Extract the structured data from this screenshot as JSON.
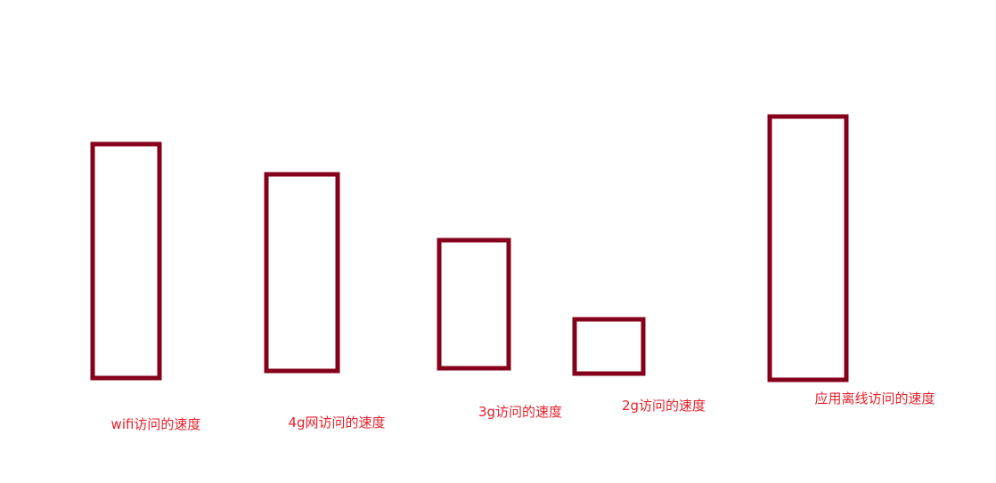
{
  "chart_data": {
    "type": "bar",
    "categories": [
      "wifi访问的速度",
      "4g网访问的速度",
      "3g访问的速度",
      "2g访问的速度",
      "应用离线访问的速度"
    ],
    "values": [
      263,
      221,
      144,
      61,
      296
    ],
    "title": "",
    "xlabel": "",
    "ylabel": "",
    "grid": false,
    "legend": "none",
    "colors": {
      "bar_outline": "#85001a",
      "label_text": "#e8202a"
    }
  }
}
